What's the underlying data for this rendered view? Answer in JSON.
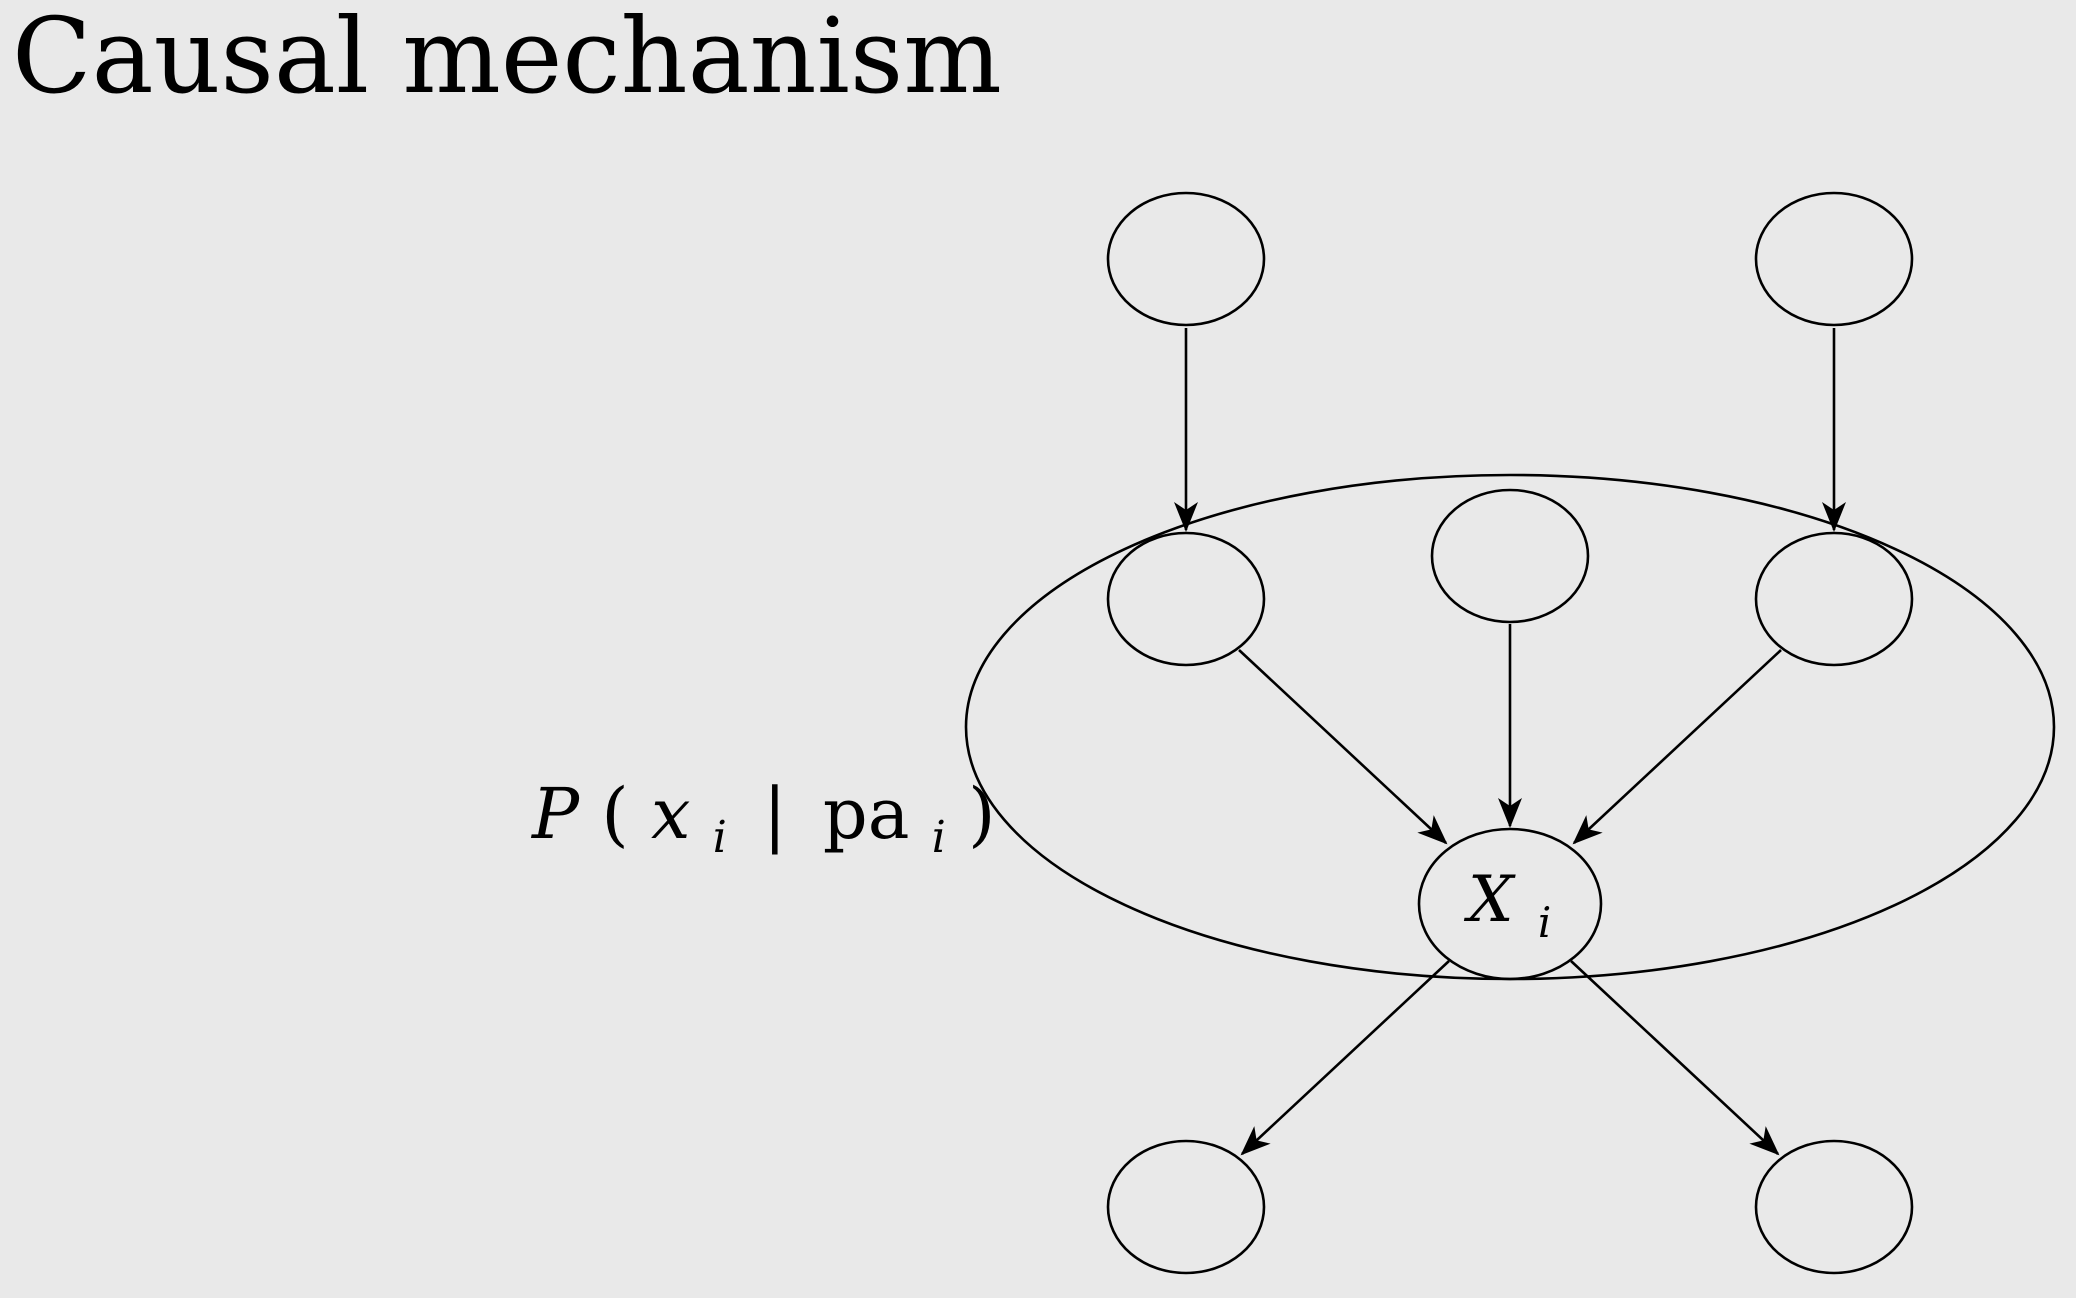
{
  "title": "Causal mechanism",
  "mechanism_label": {
    "function": "P",
    "open_paren": "(",
    "variable": "x",
    "variable_subscript": "i",
    "given_bar": "|",
    "parents": "pa",
    "parents_subscript": "i",
    "close_paren": ")"
  },
  "center_node_label": {
    "name": "X",
    "subscript": "i"
  },
  "colors": {
    "background": "#e9e9e9",
    "stroke": "#000000"
  }
}
